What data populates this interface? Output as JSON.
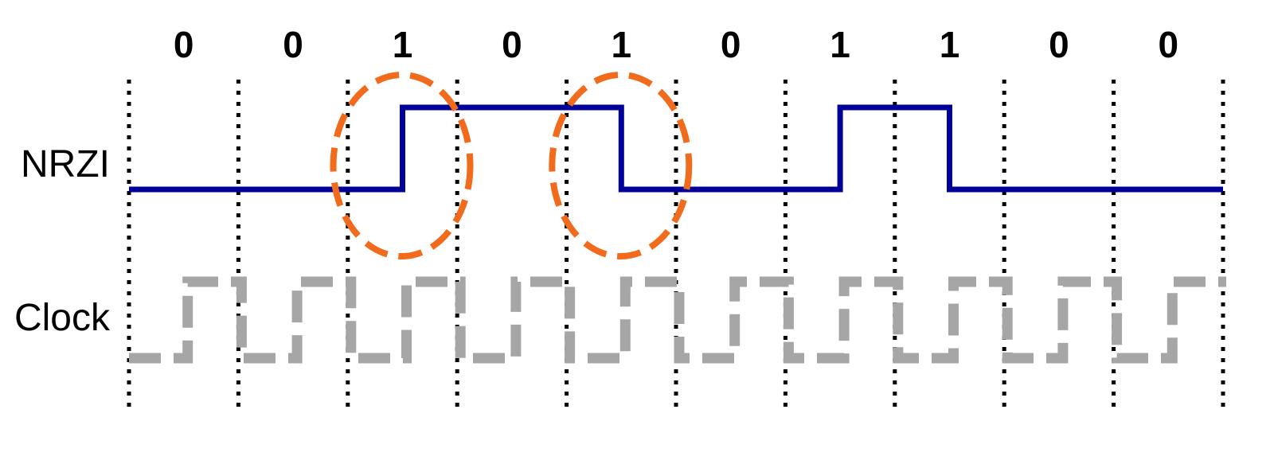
{
  "bits": [
    "0",
    "0",
    "1",
    "0",
    "1",
    "0",
    "1",
    "1",
    "0",
    "0"
  ],
  "rows": {
    "nrzi_label": "NRZI",
    "clock_label": "Clock"
  },
  "nrzi_levels_per_bit": [
    0,
    0,
    1,
    1,
    0,
    0,
    1,
    0,
    0,
    0
  ],
  "nrzi_initial_level": 0,
  "highlighted_bit_indices": [
    2,
    4
  ],
  "colors": {
    "nrzi": "#000099",
    "clock": "#a6a6a6",
    "highlight": "#f26b1d",
    "grid": "#000000"
  }
}
